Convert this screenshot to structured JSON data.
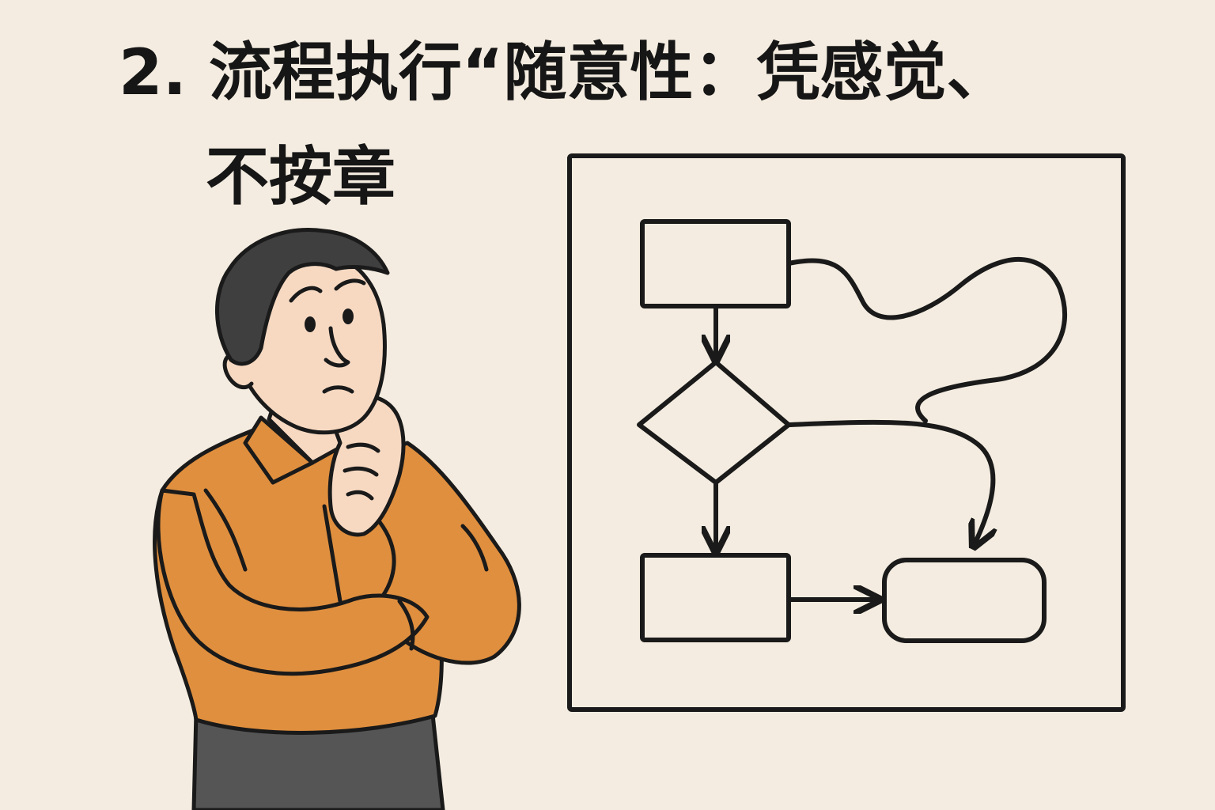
{
  "title": {
    "line1": "2. 流程执行“随意性：凭感觉、",
    "line2": "不按章"
  },
  "illustration": {
    "subject": "person-thinking",
    "props": [
      "flowchart-board"
    ]
  },
  "colors": {
    "background": "#f4ece0",
    "ink": "#1a1a1a",
    "shirt": "#e08f3e",
    "skin": "#f7d9c2",
    "hair": "#3f3f3f",
    "pants": "#555555"
  }
}
